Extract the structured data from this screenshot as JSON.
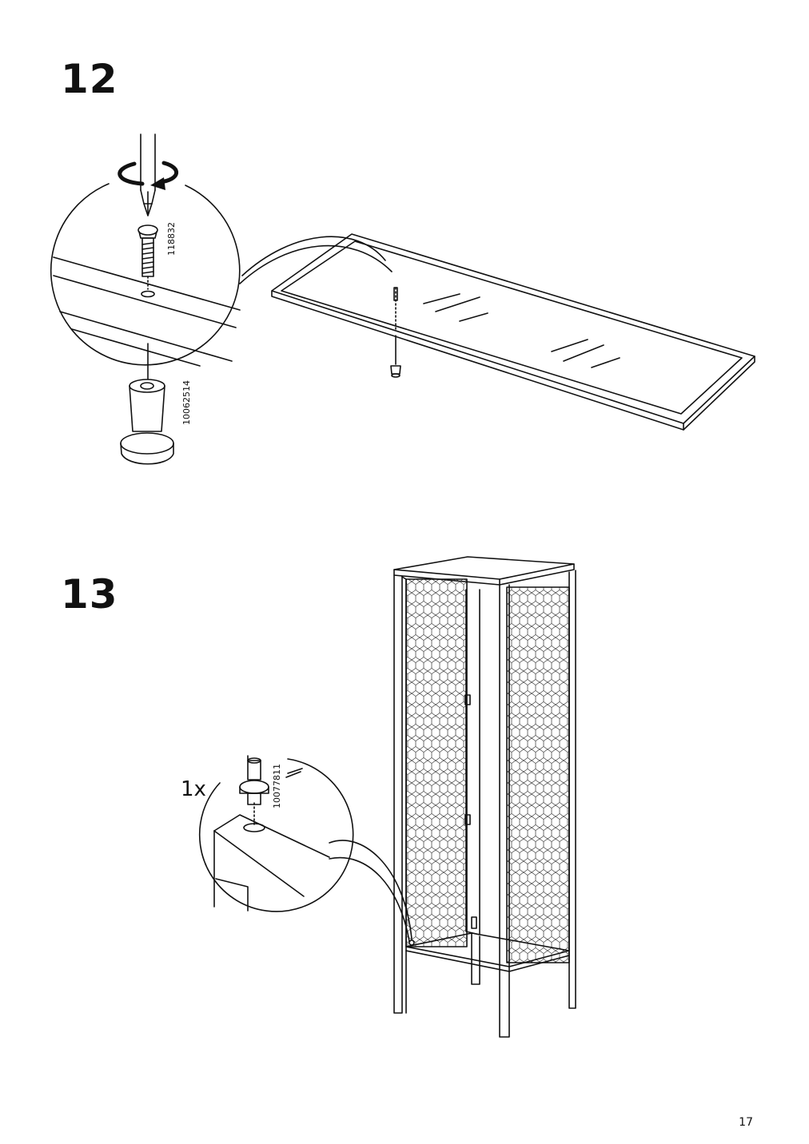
{
  "steps": [
    {
      "number": "12",
      "parts": [
        {
          "id": "118832",
          "icon": "screw-icon"
        },
        {
          "id": "10062514",
          "icon": "foot-icon"
        }
      ]
    },
    {
      "number": "13",
      "quantity": "1x",
      "parts": [
        {
          "id": "10077811",
          "icon": "dowel-icon"
        }
      ]
    }
  ],
  "page": {
    "number": "17"
  }
}
